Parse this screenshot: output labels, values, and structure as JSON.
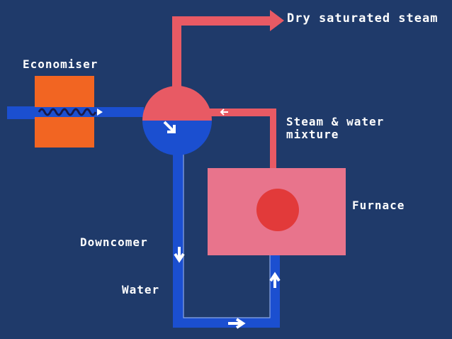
{
  "labels": {
    "dry_steam": "Dry saturated steam",
    "economiser": "Economiser",
    "steam_water_line1": "Steam & water",
    "steam_water_line2": "mixture",
    "furnace": "Furnace",
    "downcomer": "Downcomer",
    "water": "Water"
  },
  "colors": {
    "background": "#1f3a6a",
    "water_pipe": "#1b4fd0",
    "steam_pipe": "#e85a64",
    "economiser": "#f26522",
    "furnace_box": "#e8748c",
    "flame": "#e23a3a",
    "arrow": "#ffffff"
  }
}
